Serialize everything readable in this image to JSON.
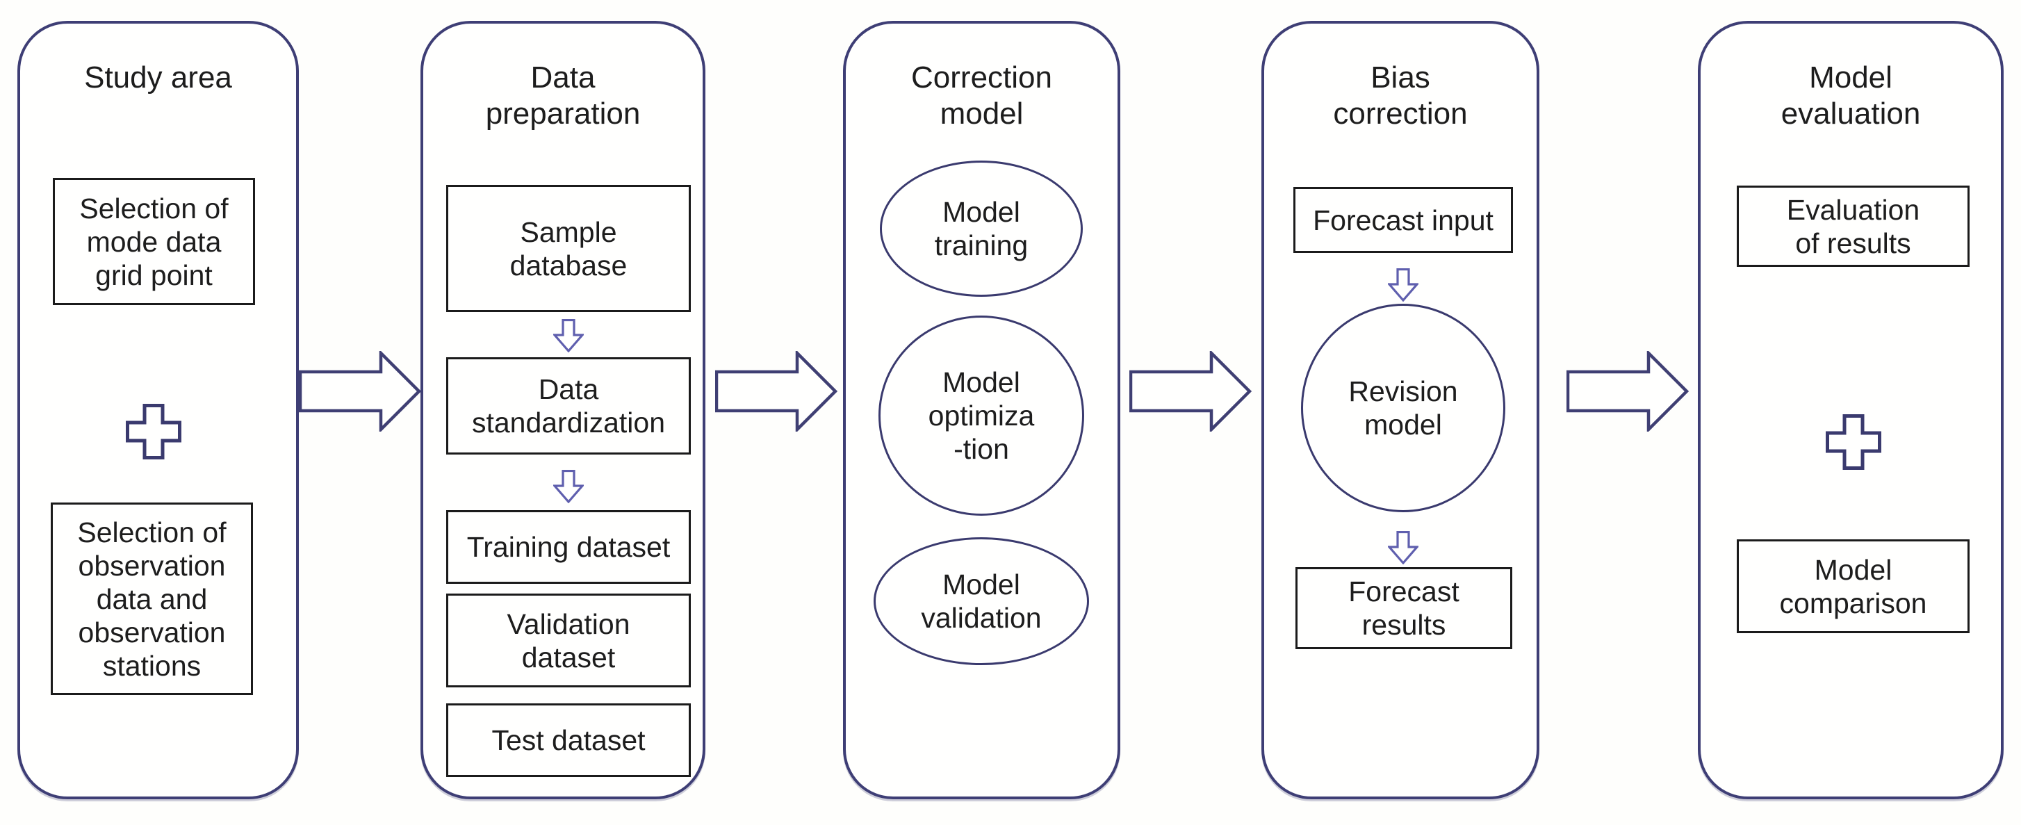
{
  "diagram": {
    "type": "flowchart",
    "orientation": "left-to-right",
    "colors": {
      "background": "#fefefc",
      "panel_border": "#3e3e75",
      "box_border": "#1b1b1b",
      "ellipse_border": "#3a3a6e",
      "right_arrow_stroke": "#3f3f73",
      "down_arrow_stroke": "#5f5fae",
      "plus_stroke": "#3a3a6e",
      "text": "#1d1d1d"
    },
    "icons": {
      "right_arrow": "block-arrow-right",
      "down_arrow": "block-arrow-down",
      "plus": "plus-cross"
    },
    "right_arrow_count": 4
  },
  "panels": [
    {
      "title": "Study area",
      "items": [
        {
          "type": "box",
          "text": "Selection of\nmode data\ngrid point"
        },
        {
          "type": "plus"
        },
        {
          "type": "box",
          "text": "Selection of\nobservation\ndata and\nobservation\nstations"
        }
      ]
    },
    {
      "title": "Data\npreparation",
      "items": [
        {
          "type": "box",
          "text": "Sample\ndatabase"
        },
        {
          "type": "down-arrow"
        },
        {
          "type": "box",
          "text": "Data\nstandardization"
        },
        {
          "type": "down-arrow"
        },
        {
          "type": "box",
          "text": "Training dataset"
        },
        {
          "type": "box",
          "text": "Validation\ndataset"
        },
        {
          "type": "box",
          "text": "Test dataset"
        }
      ]
    },
    {
      "title": "Correction\nmodel",
      "items": [
        {
          "type": "ellipse",
          "text": "Model\ntraining"
        },
        {
          "type": "ellipse",
          "text": "Model\noptimiza\n-tion"
        },
        {
          "type": "ellipse",
          "text": "Model\nvalidation"
        }
      ]
    },
    {
      "title": "Bias\ncorrection",
      "items": [
        {
          "type": "box",
          "text": "Forecast input"
        },
        {
          "type": "down-arrow"
        },
        {
          "type": "ellipse",
          "text": "Revision\nmodel"
        },
        {
          "type": "down-arrow"
        },
        {
          "type": "box",
          "text": "Forecast\nresults"
        }
      ]
    },
    {
      "title": "Model\nevaluation",
      "items": [
        {
          "type": "box",
          "text": "Evaluation\nof results"
        },
        {
          "type": "plus"
        },
        {
          "type": "box",
          "text": "Model\ncomparison"
        }
      ]
    }
  ]
}
